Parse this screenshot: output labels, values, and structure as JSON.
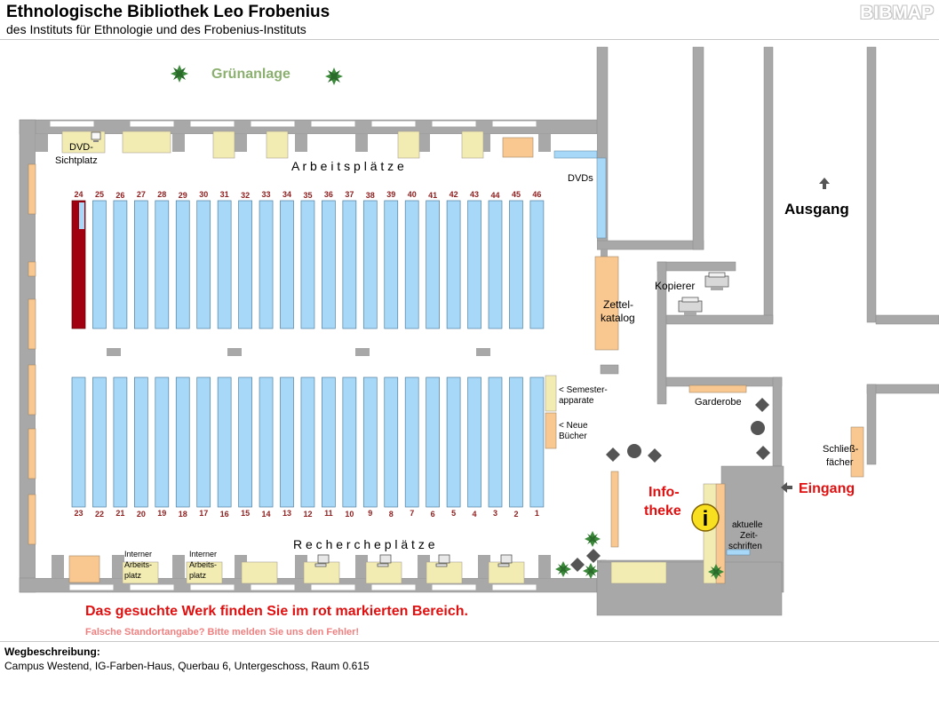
{
  "header": {
    "title": "Ethnologische Bibliothek Leo Frobenius",
    "subtitle": "des Instituts für Ethnologie und des Frobenius-Instituts",
    "logo_text": "BIBMAP"
  },
  "map": {
    "green_area": "Grünanlage",
    "dvd_viewing": [
      "DVD-",
      "Sichtplatz"
    ],
    "workplaces_heading": "A r b e i t s p l ä t z e",
    "research_heading": "R e c h e r c h e p l ä t z e",
    "dvds": "DVDs",
    "exit": "Ausgang",
    "entrance": "Eingang",
    "copier": "Kopierer",
    "card_catalog": [
      "Zettel-",
      "katalog"
    ],
    "semester_shelf": [
      "< Semester-",
      "apparate"
    ],
    "new_books": [
      "< Neue",
      "Bücher"
    ],
    "cloakroom": "Garderobe",
    "lockers": [
      "Schließ-",
      "fächer"
    ],
    "info_desk": [
      "Info-",
      "theke"
    ],
    "info_symbol": "i",
    "journals": [
      "aktuelle",
      "Zeit-",
      "schriften"
    ],
    "internal_workplace": [
      "Interner",
      "Arbeits-",
      "platz"
    ],
    "upper_row_numbers": [
      "24",
      "25",
      "26",
      "27",
      "28",
      "29",
      "30",
      "31",
      "32",
      "33",
      "34",
      "35",
      "36",
      "37",
      "38",
      "39",
      "40",
      "41",
      "42",
      "43",
      "44",
      "45",
      "46"
    ],
    "lower_row_numbers": [
      "23",
      "22",
      "21",
      "20",
      "19",
      "18",
      "17",
      "16",
      "15",
      "14",
      "13",
      "12",
      "11",
      "10",
      "9",
      "8",
      "7",
      "6",
      "5",
      "4",
      "3",
      "2",
      "1"
    ],
    "highlighted_shelf": "24",
    "message_found": "Das gesuchte Werk finden Sie im rot markierten Bereich.",
    "message_error": "Falsche Standortangabe? Bitte melden Sie uns den Fehler!"
  },
  "footer": {
    "directions_label": "Wegbeschreibung:",
    "address": "Campus Westend, IG-Farben-Haus, Querbau 6, Untergeschoss, Raum 0.615"
  },
  "colors": {
    "wall": "#a8a8a8",
    "shelf": "#a8d8f8",
    "highlight": "#a00010",
    "table": "#f2ecb2",
    "orange": "#f8c890",
    "red_text": "#e01010",
    "green_text": "#8cb070",
    "number_text": "#902020"
  }
}
